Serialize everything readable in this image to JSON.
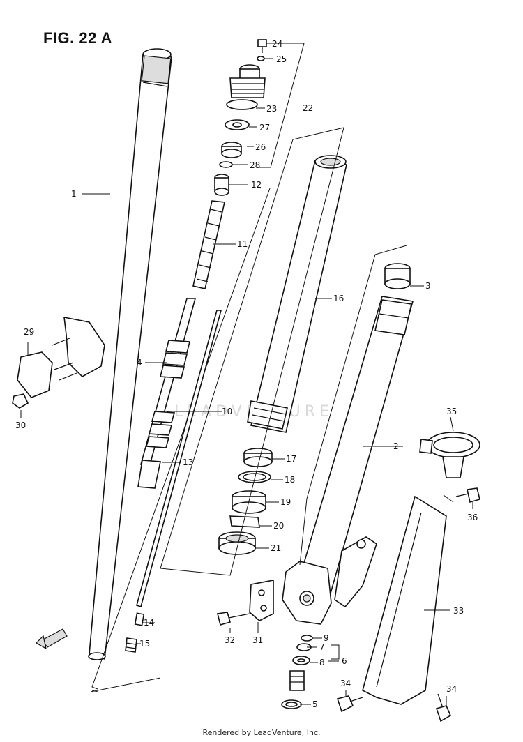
{
  "figure": {
    "title": "FIG. 22 A"
  },
  "footer": {
    "text": "Rendered by LeadVenture, Inc."
  },
  "watermark": {
    "text": "LEADVENTURE"
  },
  "callouts": {
    "c1": "1",
    "c2": "2",
    "c3": "3",
    "c4": "4",
    "c5": "5",
    "c6": "6",
    "c7": "7",
    "c8": "8",
    "c9": "9",
    "c10": "10",
    "c11": "11",
    "c12": "12",
    "c13": "13",
    "c14": "14",
    "c15": "15",
    "c16": "16",
    "c17": "17",
    "c18": "18",
    "c19": "19",
    "c20": "20",
    "c21": "21",
    "c22": "22",
    "c23": "23",
    "c24": "24",
    "c25": "25",
    "c26": "26",
    "c27": "27",
    "c28": "28",
    "c29": "29",
    "c30": "30",
    "c31": "31",
    "c32": "32",
    "c33": "33",
    "c34a": "34",
    "c34b": "34",
    "c35": "35",
    "c36": "36"
  },
  "icons": {
    "fwd": "forward-arrow-icon"
  }
}
